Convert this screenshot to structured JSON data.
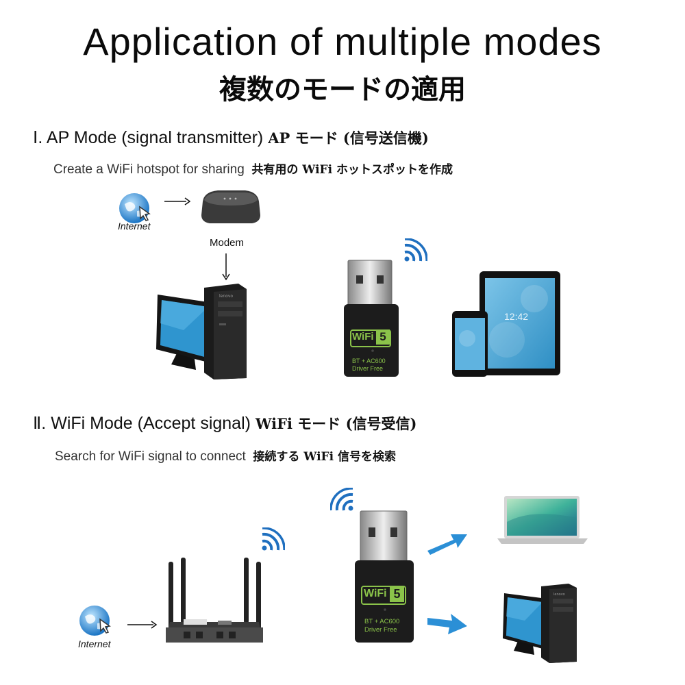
{
  "header": {
    "title_en": "Application of multiple modes",
    "title_jp": "複数のモードの適用"
  },
  "section1": {
    "numeral": "Ⅰ.",
    "heading_en": "AP Mode (signal transmitter)",
    "heading_jp": "AP モード (信号送信機)",
    "sub_en": "Create a WiFi hotspot for sharing",
    "sub_jp": "共有用の WiFi ホットスポットを作成",
    "internet_label": "Internet",
    "modem_label": "Modem",
    "adapter_badge_text": "WiFi",
    "adapter_badge_num": "5",
    "adapter_line1": "BT + AC600",
    "adapter_line2": "Driver Free",
    "tablet_time": "12:42"
  },
  "section2": {
    "numeral": "Ⅱ.",
    "heading_en": "WiFi Mode (Accept signal)",
    "heading_jp": "WiFi モード (信号受信)",
    "sub_en": "Search for WiFi signal to connect",
    "sub_jp": "接続する WiFi 信号を検索",
    "internet_label": "Internet",
    "adapter_badge_text": "WiFi",
    "adapter_badge_num": "5",
    "adapter_line1": "BT + AC600",
    "adapter_line2": "Driver Free"
  },
  "colors": {
    "arrow_blue": "#2b8fd6",
    "wifi_blue": "#1f6fbf",
    "adapter_green": "#8bc34a",
    "screen_blue": "#3aa0d8"
  }
}
